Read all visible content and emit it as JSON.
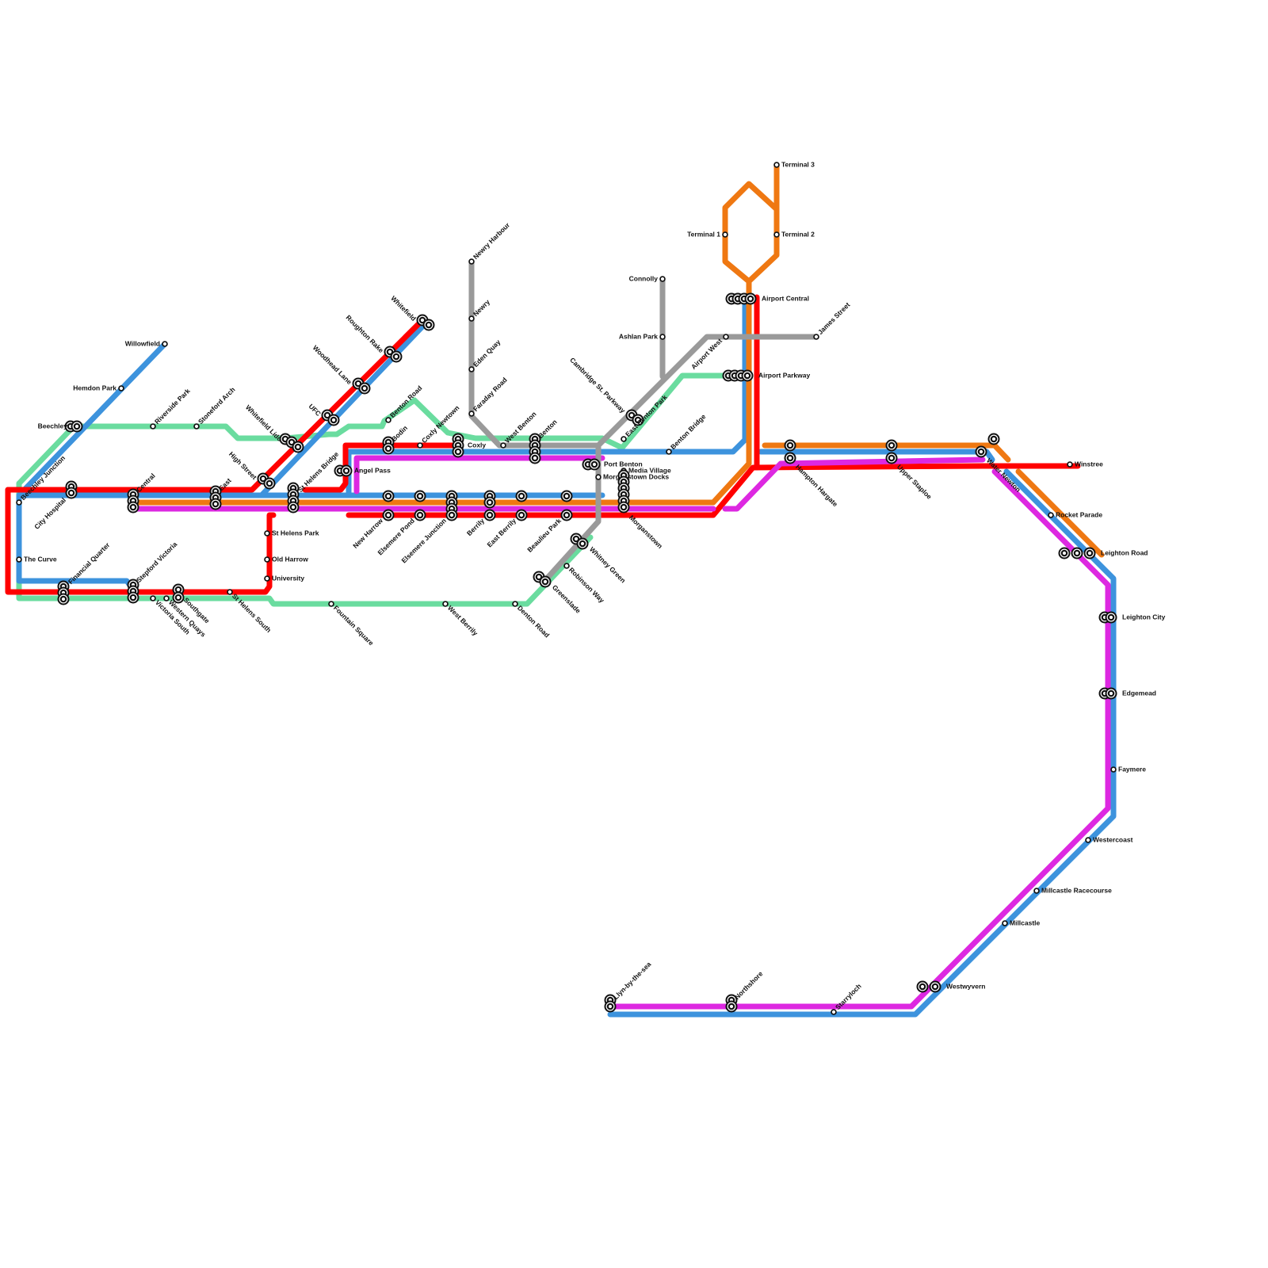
{
  "colors": {
    "red": "#FF0000",
    "blue": "#3D93DD",
    "orange": "#EF7812",
    "green": "#6ADC9F",
    "magenta": "#DD28E1",
    "gray": "#9A9A9A"
  },
  "stations": [
    {
      "id": "willowfield",
      "name": "Willowfield",
      "type": "small"
    },
    {
      "id": "hemdon-park",
      "name": "Hemdon Park",
      "type": "small"
    },
    {
      "id": "beechley",
      "name": "Beechley",
      "type": "interchange"
    },
    {
      "id": "riverside-park",
      "name": "Riverside Park",
      "type": "small"
    },
    {
      "id": "stoneford-arch",
      "name": "Stoneford Arch",
      "type": "small"
    },
    {
      "id": "beechley-junction",
      "name": "Beechley Junction",
      "type": "small"
    },
    {
      "id": "city-hospital",
      "name": "City Hospital",
      "type": "interchange"
    },
    {
      "id": "the-curve",
      "name": "The Curve",
      "type": "small"
    },
    {
      "id": "central",
      "name": "Central",
      "type": "interchange"
    },
    {
      "id": "east",
      "name": "East",
      "type": "interchange"
    },
    {
      "id": "financial-quarter",
      "name": "Financial Quarter",
      "type": "interchange"
    },
    {
      "id": "stepford-victoria",
      "name": "Stepford Victoria",
      "type": "interchange"
    },
    {
      "id": "victoria-south",
      "name": "Victoria South",
      "type": "small"
    },
    {
      "id": "western-quays",
      "name": "Western Quays",
      "type": "small"
    },
    {
      "id": "southgate",
      "name": "Southgate",
      "type": "interchange"
    },
    {
      "id": "st-helens-south",
      "name": "St Helens South",
      "type": "small"
    },
    {
      "id": "st-helens-park",
      "name": "St Helens Park",
      "type": "small"
    },
    {
      "id": "old-harrow",
      "name": "Old Harrow",
      "type": "small"
    },
    {
      "id": "university",
      "name": "University",
      "type": "small"
    },
    {
      "id": "fountain-square",
      "name": "Fountain Square",
      "type": "small"
    },
    {
      "id": "high-street",
      "name": "High Street",
      "type": "interchange"
    },
    {
      "id": "whitefield-lido",
      "name": "Whitefield Lido",
      "type": "interchange"
    },
    {
      "id": "st-helens-bridge",
      "name": "St Helens Bridge",
      "type": "interchange"
    },
    {
      "id": "ufc",
      "name": "UFC",
      "type": "interchange"
    },
    {
      "id": "woodhead-lane",
      "name": "Woodhead Lane",
      "type": "interchange"
    },
    {
      "id": "roughton-rake",
      "name": "Roughton Rake",
      "type": "interchange"
    },
    {
      "id": "whitefield",
      "name": "Whitefield",
      "type": "interchange"
    },
    {
      "id": "benton-road",
      "name": "Benton Road",
      "type": "small"
    },
    {
      "id": "angel-pass",
      "name": "Angel Pass",
      "type": "interchange"
    },
    {
      "id": "bodin",
      "name": "Bodin",
      "type": "interchange"
    },
    {
      "id": "coxly-newtown",
      "name": "Coxly Newtown",
      "type": "small"
    },
    {
      "id": "coxly",
      "name": "Coxly",
      "type": "interchange"
    },
    {
      "id": "new-harrow",
      "name": "New Harrow",
      "type": "interchange"
    },
    {
      "id": "elsemere-pond",
      "name": "Elsemere Pond",
      "type": "interchange"
    },
    {
      "id": "elsemere-junction",
      "name": "Elsemere Junction",
      "type": "interchange"
    },
    {
      "id": "berrily",
      "name": "Berrily",
      "type": "interchange"
    },
    {
      "id": "east-berrily",
      "name": "East Berrily",
      "type": "interchange"
    },
    {
      "id": "beaulieu-park",
      "name": "Beaulieu Park",
      "type": "interchange"
    },
    {
      "id": "west-berrily",
      "name": "West Berrily",
      "type": "small"
    },
    {
      "id": "newry-harbour",
      "name": "Newry Harbour",
      "type": "small"
    },
    {
      "id": "newry",
      "name": "Newry",
      "type": "small"
    },
    {
      "id": "eden-quay",
      "name": "Eden Quay",
      "type": "small"
    },
    {
      "id": "faraday-road",
      "name": "Faraday Road",
      "type": "small"
    },
    {
      "id": "west-benton",
      "name": "West Benton",
      "type": "small"
    },
    {
      "id": "benton",
      "name": "Benton",
      "type": "interchange"
    },
    {
      "id": "port-benton",
      "name": "Port Benton",
      "type": "interchange"
    },
    {
      "id": "morganstown-docks",
      "name": "Morganstown Docks",
      "type": "small"
    },
    {
      "id": "media-village",
      "name": "Media Village",
      "type": "small"
    },
    {
      "id": "morganstown",
      "name": "Morganstown",
      "type": "interchange"
    },
    {
      "id": "whitney-green",
      "name": "Whitney Green",
      "type": "interchange"
    },
    {
      "id": "robinson-way",
      "name": "Robinson Way",
      "type": "small"
    },
    {
      "id": "greenslade",
      "name": "Greenslade",
      "type": "interchange"
    },
    {
      "id": "denton-road",
      "name": "Denton Road",
      "type": "small"
    },
    {
      "id": "cambridge-st-parkway",
      "name": "Cambridge St. Parkway",
      "type": "interchange"
    },
    {
      "id": "east-benton-park",
      "name": "East Benton Park",
      "type": "small"
    },
    {
      "id": "benton-bridge",
      "name": "Benton Bridge",
      "type": "small"
    },
    {
      "id": "connolly",
      "name": "Connolly",
      "type": "small"
    },
    {
      "id": "ashlan-park",
      "name": "Ashlan Park",
      "type": "small"
    },
    {
      "id": "airport-west",
      "name": "Airport West",
      "type": "small"
    },
    {
      "id": "james-street",
      "name": "James Street",
      "type": "small"
    },
    {
      "id": "terminal-1",
      "name": "Terminal 1",
      "type": "small"
    },
    {
      "id": "terminal-2",
      "name": "Terminal 2",
      "type": "small"
    },
    {
      "id": "terminal-3",
      "name": "Terminal 3",
      "type": "small"
    },
    {
      "id": "airport-central",
      "name": "Airport Central",
      "type": "interchange"
    },
    {
      "id": "airport-parkway",
      "name": "Airport Parkway",
      "type": "interchange"
    },
    {
      "id": "hampton-hargate",
      "name": "Hampton Hargate",
      "type": "interchange"
    },
    {
      "id": "upper-staploe",
      "name": "Upper Staploe",
      "type": "interchange"
    },
    {
      "id": "water-newton",
      "name": "Water Newton",
      "type": "interchange"
    },
    {
      "id": "winstree",
      "name": "Winstree",
      "type": "small"
    },
    {
      "id": "rocket-parade",
      "name": "Rocket Parade",
      "type": "small"
    },
    {
      "id": "leighton-road",
      "name": "Leighton Road",
      "type": "interchange"
    },
    {
      "id": "leighton-city",
      "name": "Leighton City",
      "type": "interchange"
    },
    {
      "id": "edgemead",
      "name": "Edgemead",
      "type": "interchange"
    },
    {
      "id": "faymere",
      "name": "Faymere",
      "type": "small"
    },
    {
      "id": "westercoast",
      "name": "Westercoast",
      "type": "small"
    },
    {
      "id": "millcastle-racecourse",
      "name": "Millcastle Racecourse",
      "type": "small"
    },
    {
      "id": "millcastle",
      "name": "Millcastle",
      "type": "small"
    },
    {
      "id": "westwyvern",
      "name": "Westwyvern",
      "type": "interchange"
    },
    {
      "id": "starryloch",
      "name": "Starryloch",
      "type": "small"
    },
    {
      "id": "northshore",
      "name": "Northshore",
      "type": "interchange"
    },
    {
      "id": "llyn-by-the-sea",
      "name": "Llyn-by-the-sea",
      "type": "interchange"
    }
  ]
}
